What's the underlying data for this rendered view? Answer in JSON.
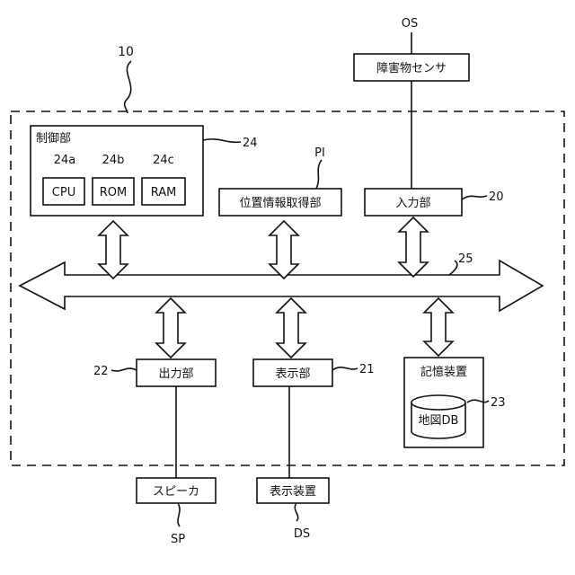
{
  "labels": {
    "device_ref": "10",
    "control_ref": "24",
    "bus_ref": "25",
    "input_ref": "20",
    "output_ref": "22",
    "display_ref": "21",
    "storage_ref": "23",
    "pi": "PI",
    "os": "OS",
    "sp": "SP",
    "ds": "DS",
    "cpu_ref": "24a",
    "rom_ref": "24b",
    "ram_ref": "24c"
  },
  "blocks": {
    "control_unit": "制御部",
    "cpu": "CPU",
    "rom": "ROM",
    "ram": "RAM",
    "position_acquisition": "位置情報取得部",
    "input_unit": "入力部",
    "obstacle_sensor": "障害物センサ",
    "output_unit": "出力部",
    "display_unit": "表示部",
    "storage_device": "記憶装置",
    "map_db": "地図DB",
    "speaker": "スピーカ",
    "display_device": "表示装置"
  }
}
